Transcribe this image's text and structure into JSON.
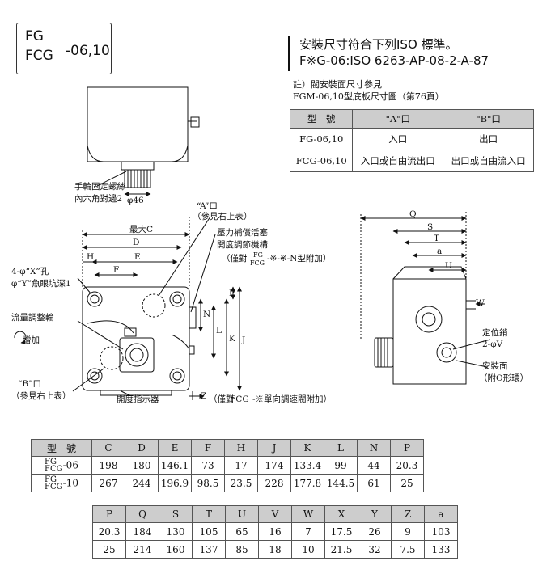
{
  "model_box": {
    "line1": "FG",
    "line2": "FCG",
    "suffix": "-06,10"
  },
  "iso": {
    "line1": "安裝尺寸符合下列ISO 標準。",
    "line2": "F※G-06:ISO 6263-AP-08-2-A-87"
  },
  "note": {
    "line1": "註）閥安裝面尺寸參見",
    "line2": "FGM-06,10型底板尺寸圖（第76頁）"
  },
  "port_table": {
    "headers": [
      "型　號",
      "\"A\"口",
      "\"B\"口"
    ],
    "rows": [
      [
        "FG-06,10",
        "入口",
        "出口"
      ],
      [
        "FCG-06,10",
        "入口或自由流出口",
        "出口或自由流入口"
      ]
    ]
  },
  "drawing_labels": {
    "handwheel_screw": "手輪固定螺絲",
    "hex_socket": "內六角對邊2",
    "phi46": "φ46",
    "port_a": "“A”口",
    "see_right_table_a": "（參見右上表）",
    "max_c": "最大C",
    "dim_d": "D",
    "dim_e": "E",
    "dim_f": "F",
    "dim_h": "H",
    "hole_x": "4-φ“X”孔",
    "counterbore_y": "φ“Y”魚眼坑深1",
    "flow_knob": "流量調整輪",
    "increase": "增加",
    "port_b": "“B”口",
    "see_right_table_b": "（參見右上表）",
    "pressure_piston_1": "壓力補償活塞",
    "pressure_piston_2": "開度調節機構",
    "pressure_piston_3a": "（僅對",
    "pressure_piston_3b": "-※-※-N型附加）",
    "opening_indicator": "開度指示器",
    "dim_z": "Z",
    "z_note_a": "（僅對",
    "z_note_b": "-※單向調速閥附加）",
    "fcg_small": "FCG",
    "fg_small": "FG",
    "dim_n": "N",
    "dim_p": "P",
    "dim_l": "L",
    "dim_k": "K",
    "dim_j": "J",
    "dim_q": "Q",
    "dim_s": "S",
    "dim_t": "T",
    "dim_a": "a",
    "dim_u": "U",
    "dim_w": "W",
    "locating_pin": "定位銷",
    "pin_v": "2-φV",
    "mount_face": "安裝面",
    "o_ring": "（附O形環）"
  },
  "dim_table1": {
    "headers": [
      "型　號",
      "C",
      "D",
      "E",
      "F",
      "H",
      "J",
      "K",
      "L",
      "N",
      "P"
    ],
    "rows": [
      {
        "model_top": "FG",
        "model_bottom": "FCG",
        "suffix": "-06",
        "values": [
          "198",
          "180",
          "146.1",
          "73",
          "17",
          "174",
          "133.4",
          "99",
          "44",
          "20.3"
        ]
      },
      {
        "model_top": "FG",
        "model_bottom": "FCG",
        "suffix": "-10",
        "values": [
          "267",
          "244",
          "196.9",
          "98.5",
          "23.5",
          "228",
          "177.8",
          "144.5",
          "61",
          "25"
        ]
      }
    ]
  },
  "dim_table2": {
    "headers": [
      "P",
      "Q",
      "S",
      "T",
      "U",
      "V",
      "W",
      "X",
      "Y",
      "Z",
      "a"
    ],
    "rows": [
      [
        "20.3",
        "184",
        "130",
        "105",
        "65",
        "16",
        "7",
        "17.5",
        "26",
        "9",
        "103"
      ],
      [
        "25",
        "214",
        "160",
        "137",
        "85",
        "18",
        "10",
        "21.5",
        "32",
        "7.5",
        "133"
      ]
    ]
  }
}
